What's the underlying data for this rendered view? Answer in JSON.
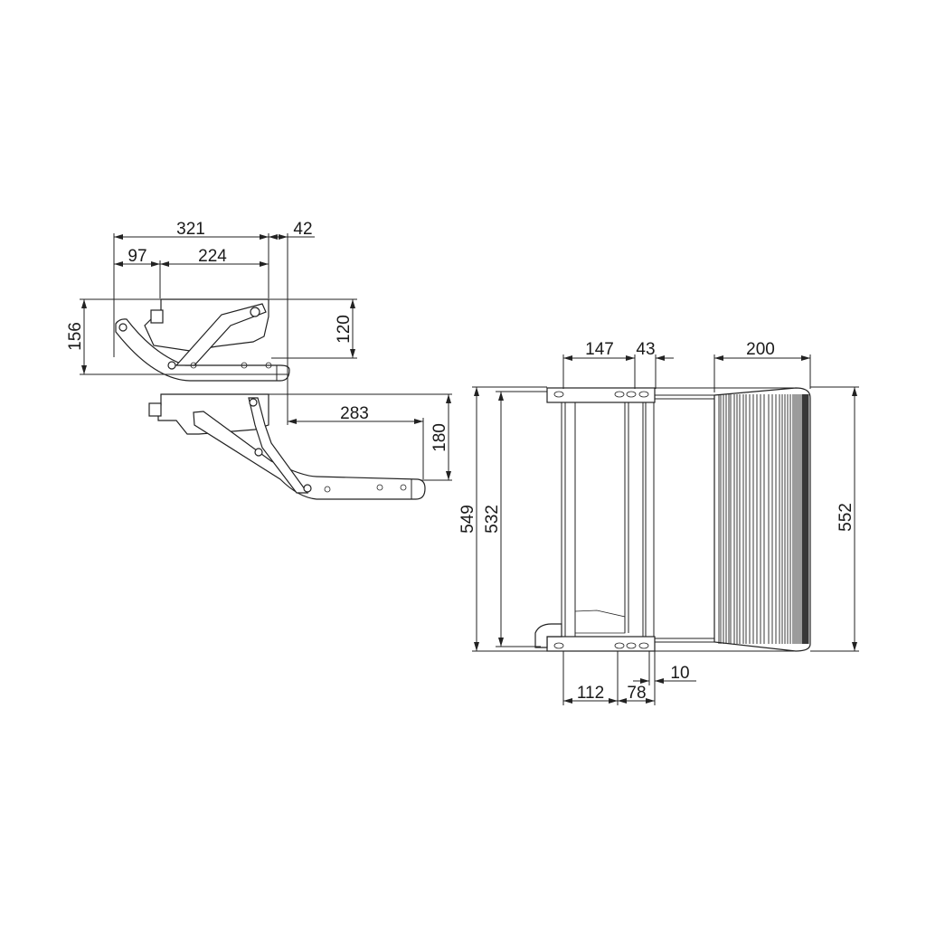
{
  "side_view": {
    "dims": {
      "overall_length": "321",
      "offset_a": "97",
      "offset_b": "224",
      "overhang": "42",
      "retracted_height": "156",
      "retracted_step_drop": "120",
      "extension": "283",
      "extended_drop": "180"
    }
  },
  "top_view": {
    "dims": {
      "rail_spacing": "147",
      "bracket_gap": "43",
      "step_depth": "200",
      "outer_width": "549",
      "inner_width": "532",
      "step_width": "552",
      "bracket_a": "112",
      "bracket_b": "78",
      "offset": "10"
    }
  }
}
